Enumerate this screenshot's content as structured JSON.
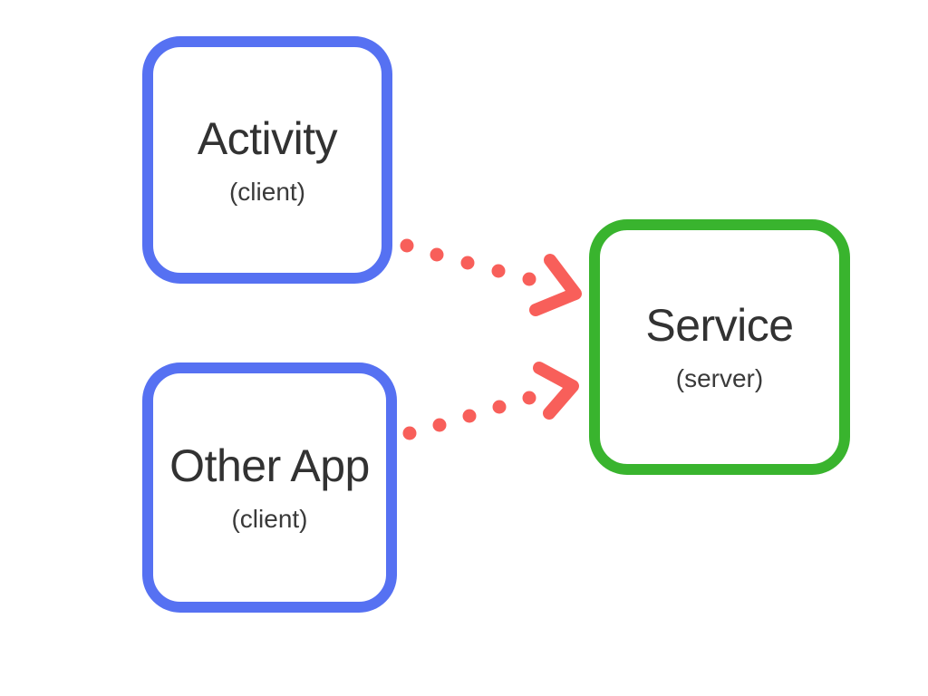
{
  "diagram": {
    "title": "bound service client-server diagram",
    "boxes": {
      "activity": {
        "title": "Activity",
        "subtitle": "(client)",
        "role": "client",
        "border_color": "#5671f2"
      },
      "other_app": {
        "title": "Other App",
        "subtitle": "(client)",
        "role": "client",
        "border_color": "#5671f2"
      },
      "service": {
        "title": "Service",
        "subtitle": "(server)",
        "role": "server",
        "border_color": "#39b42e"
      }
    },
    "connections": [
      {
        "from": "Activity",
        "to": "Service",
        "style": "dotted",
        "arrowhead": "chevron",
        "color": "#f85f5a"
      },
      {
        "from": "Other App",
        "to": "Service",
        "style": "dotted",
        "arrowhead": "chevron",
        "color": "#f85f5a"
      }
    ],
    "colors": {
      "client_border_blue": "#5671f2",
      "server_border_green": "#39b42e",
      "arrow_red": "#f85f5a",
      "text": "#323232",
      "background": "#ffffff"
    }
  }
}
